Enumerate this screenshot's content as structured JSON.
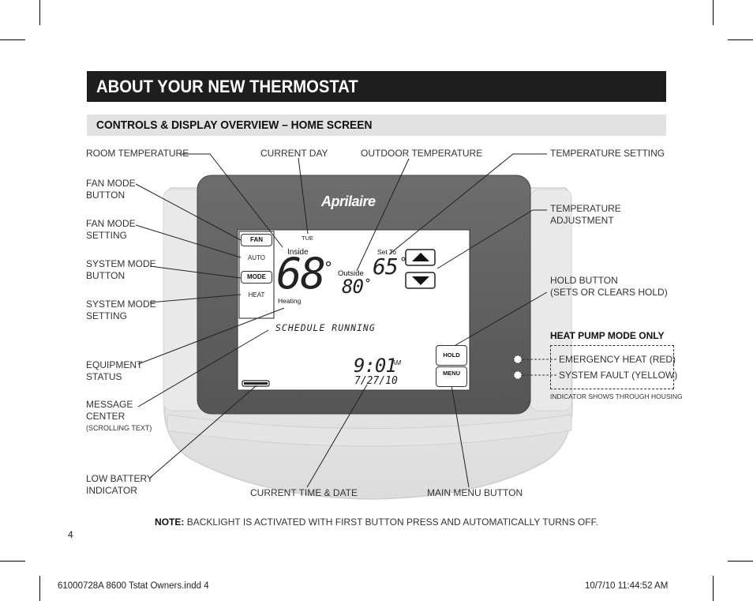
{
  "header": {
    "title": "ABOUT YOUR NEW THERMOSTAT",
    "subtitle": "CONTROLS & DISPLAY OVERVIEW – HOME SCREEN"
  },
  "labels": {
    "room_temperature": "ROOM TEMPERATURE",
    "current_day": "CURRENT DAY",
    "outdoor_temperature": "OUTDOOR TEMPERATURE",
    "temperature_setting": "TEMPERATURE SETTING",
    "fan_mode_button_1": "FAN MODE",
    "fan_mode_button_2": "BUTTON",
    "fan_mode_setting_1": "FAN MODE",
    "fan_mode_setting_2": "SETTING",
    "system_mode_button_1": "SYSTEM MODE",
    "system_mode_button_2": "BUTTON",
    "system_mode_setting_1": "SYSTEM MODE",
    "system_mode_setting_2": "SETTING",
    "equipment_status_1": "EQUIPMENT",
    "equipment_status_2": "STATUS",
    "message_center_1": "MESSAGE",
    "message_center_2": "CENTER",
    "message_center_3": "(SCROLLING TEXT)",
    "low_battery_1": "LOW BATTERY",
    "low_battery_2": "INDICATOR",
    "temperature_adjustment_1": "TEMPERATURE",
    "temperature_adjustment_2": "ADJUSTMENT",
    "hold_button_1": "HOLD BUTTON",
    "hold_button_2": "(SETS OR CLEARS HOLD)",
    "current_time_date": "CURRENT TIME & DATE",
    "main_menu_button": "MAIN MENU BUTTON"
  },
  "heat_pump": {
    "title": "HEAT PUMP MODE ONLY",
    "emergency_heat": "EMERGENCY HEAT (RED)",
    "system_fault": "SYSTEM FAULT (YELLOW)",
    "note": "INDICATOR SHOWS THROUGH HOUSING"
  },
  "device": {
    "brand": "Aprilaire",
    "day": "TUE",
    "inside_label": "Inside",
    "inside_temp": "68",
    "heating_label": "Heating",
    "outside_label": "Outside",
    "outside_temp": "80",
    "set_to_label": "Set To",
    "set_temp": "65",
    "message": "SCHEDULE RUNNING",
    "time": "9:01",
    "am_pm": "AM",
    "date": "7/27/10",
    "buttons": {
      "fan": "FAN",
      "fan_setting": "AUTO",
      "mode": "MODE",
      "mode_setting": "HEAT",
      "hold": "HOLD",
      "menu": "MENU"
    }
  },
  "note": {
    "bold": "NOTE:",
    "text": " BACKLIGHT IS ACTIVATED WITH FIRST BUTTON PRESS AND AUTOMATICALLY TURNS OFF."
  },
  "page_number": "4",
  "footer": {
    "left": "61000728A 8600 Tstat Owners.indd   4",
    "right": "10/7/10   11:44:52 AM"
  }
}
